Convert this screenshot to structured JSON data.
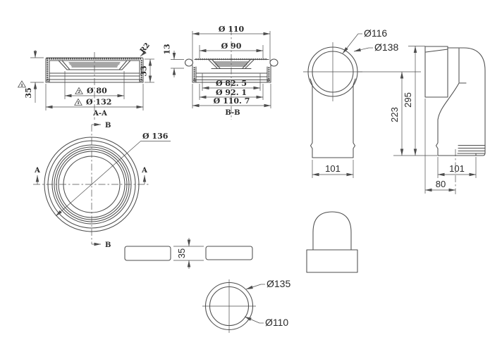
{
  "meta": {
    "background_color": "#ffffff",
    "line_color": "#4d4d4d",
    "text_color": "#2a2a2a"
  },
  "section_aa": {
    "label": "A-A",
    "dim_total_height": "35",
    "dim_wall_height": "33",
    "radius_callout": "R2",
    "dim_bore": "Ø 80",
    "dim_outer": "Ø 132",
    "flag_height": "1",
    "flag_bore": "2",
    "flag_outer": "1"
  },
  "section_bb": {
    "label": "B-B",
    "dim_top_outer": "Ø 110",
    "dim_top_inner": "Ø 90",
    "dim_lip_height": "13",
    "dim_seat": "Ø 82. 5",
    "dim_mid": "Ø 92. 1",
    "dim_lower": "Ø 110. 7"
  },
  "front_view": {
    "dim_bore": "Ø116",
    "dim_outer": "Ø138",
    "dim_center_height": "223",
    "dim_total_height": "295",
    "dim_outlet_width": "101"
  },
  "side_view": {
    "dim_outlet_width": "101",
    "dim_offset": "80"
  },
  "plan_view": {
    "dim_diameter": "Ø 136",
    "section_marker_a": "A",
    "section_marker_b": "B"
  },
  "gasket_view": {
    "dim_thickness": "35"
  },
  "outlet_view": {
    "dim_outer": "Ø135",
    "dim_bore": "Ø110"
  }
}
